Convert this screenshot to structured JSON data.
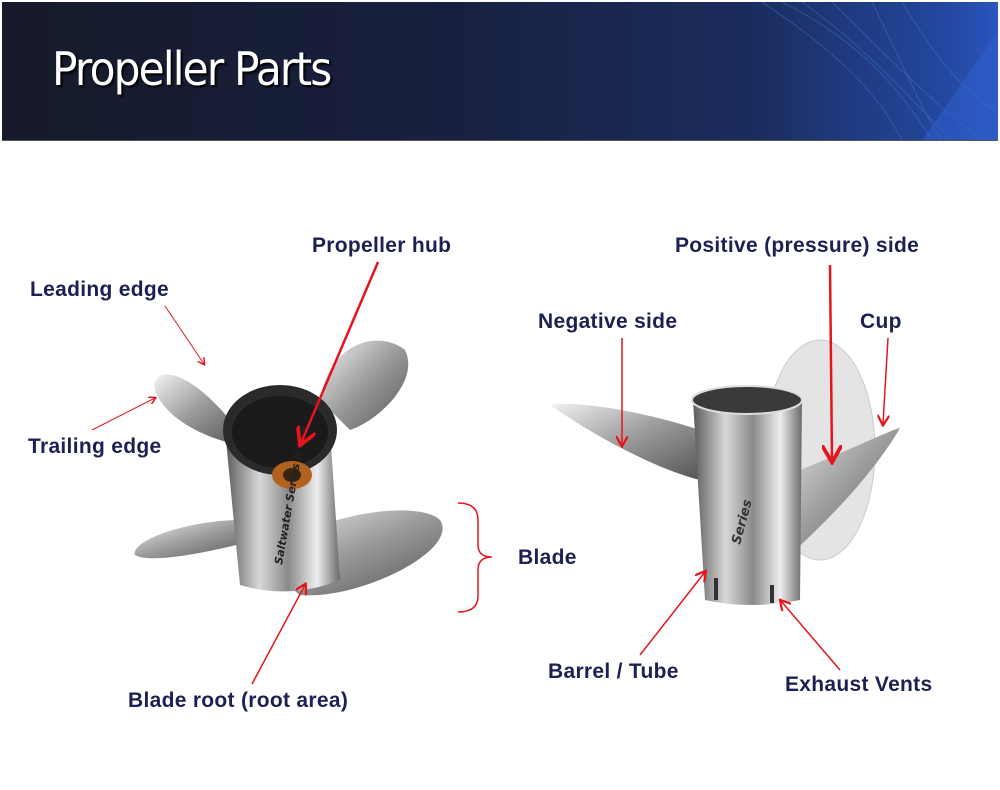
{
  "title": "Propeller Parts",
  "labels": {
    "propeller_hub": "Propeller hub",
    "leading_edge": "Leading edge",
    "trailing_edge": "Trailing edge",
    "blade": "Blade",
    "blade_root": "Blade root (root area)",
    "positive_side": "Positive (pressure) side",
    "negative_side": "Negative side",
    "cup": "Cup",
    "barrel_tube": "Barrel / Tube",
    "exhaust_vents": "Exhaust Vents"
  },
  "product_marks": {
    "left": "Saltwater Series II SS4",
    "right": "Series"
  },
  "colors": {
    "label": "#1c2052",
    "arrow": "#e8141c",
    "banner": "#182040"
  }
}
